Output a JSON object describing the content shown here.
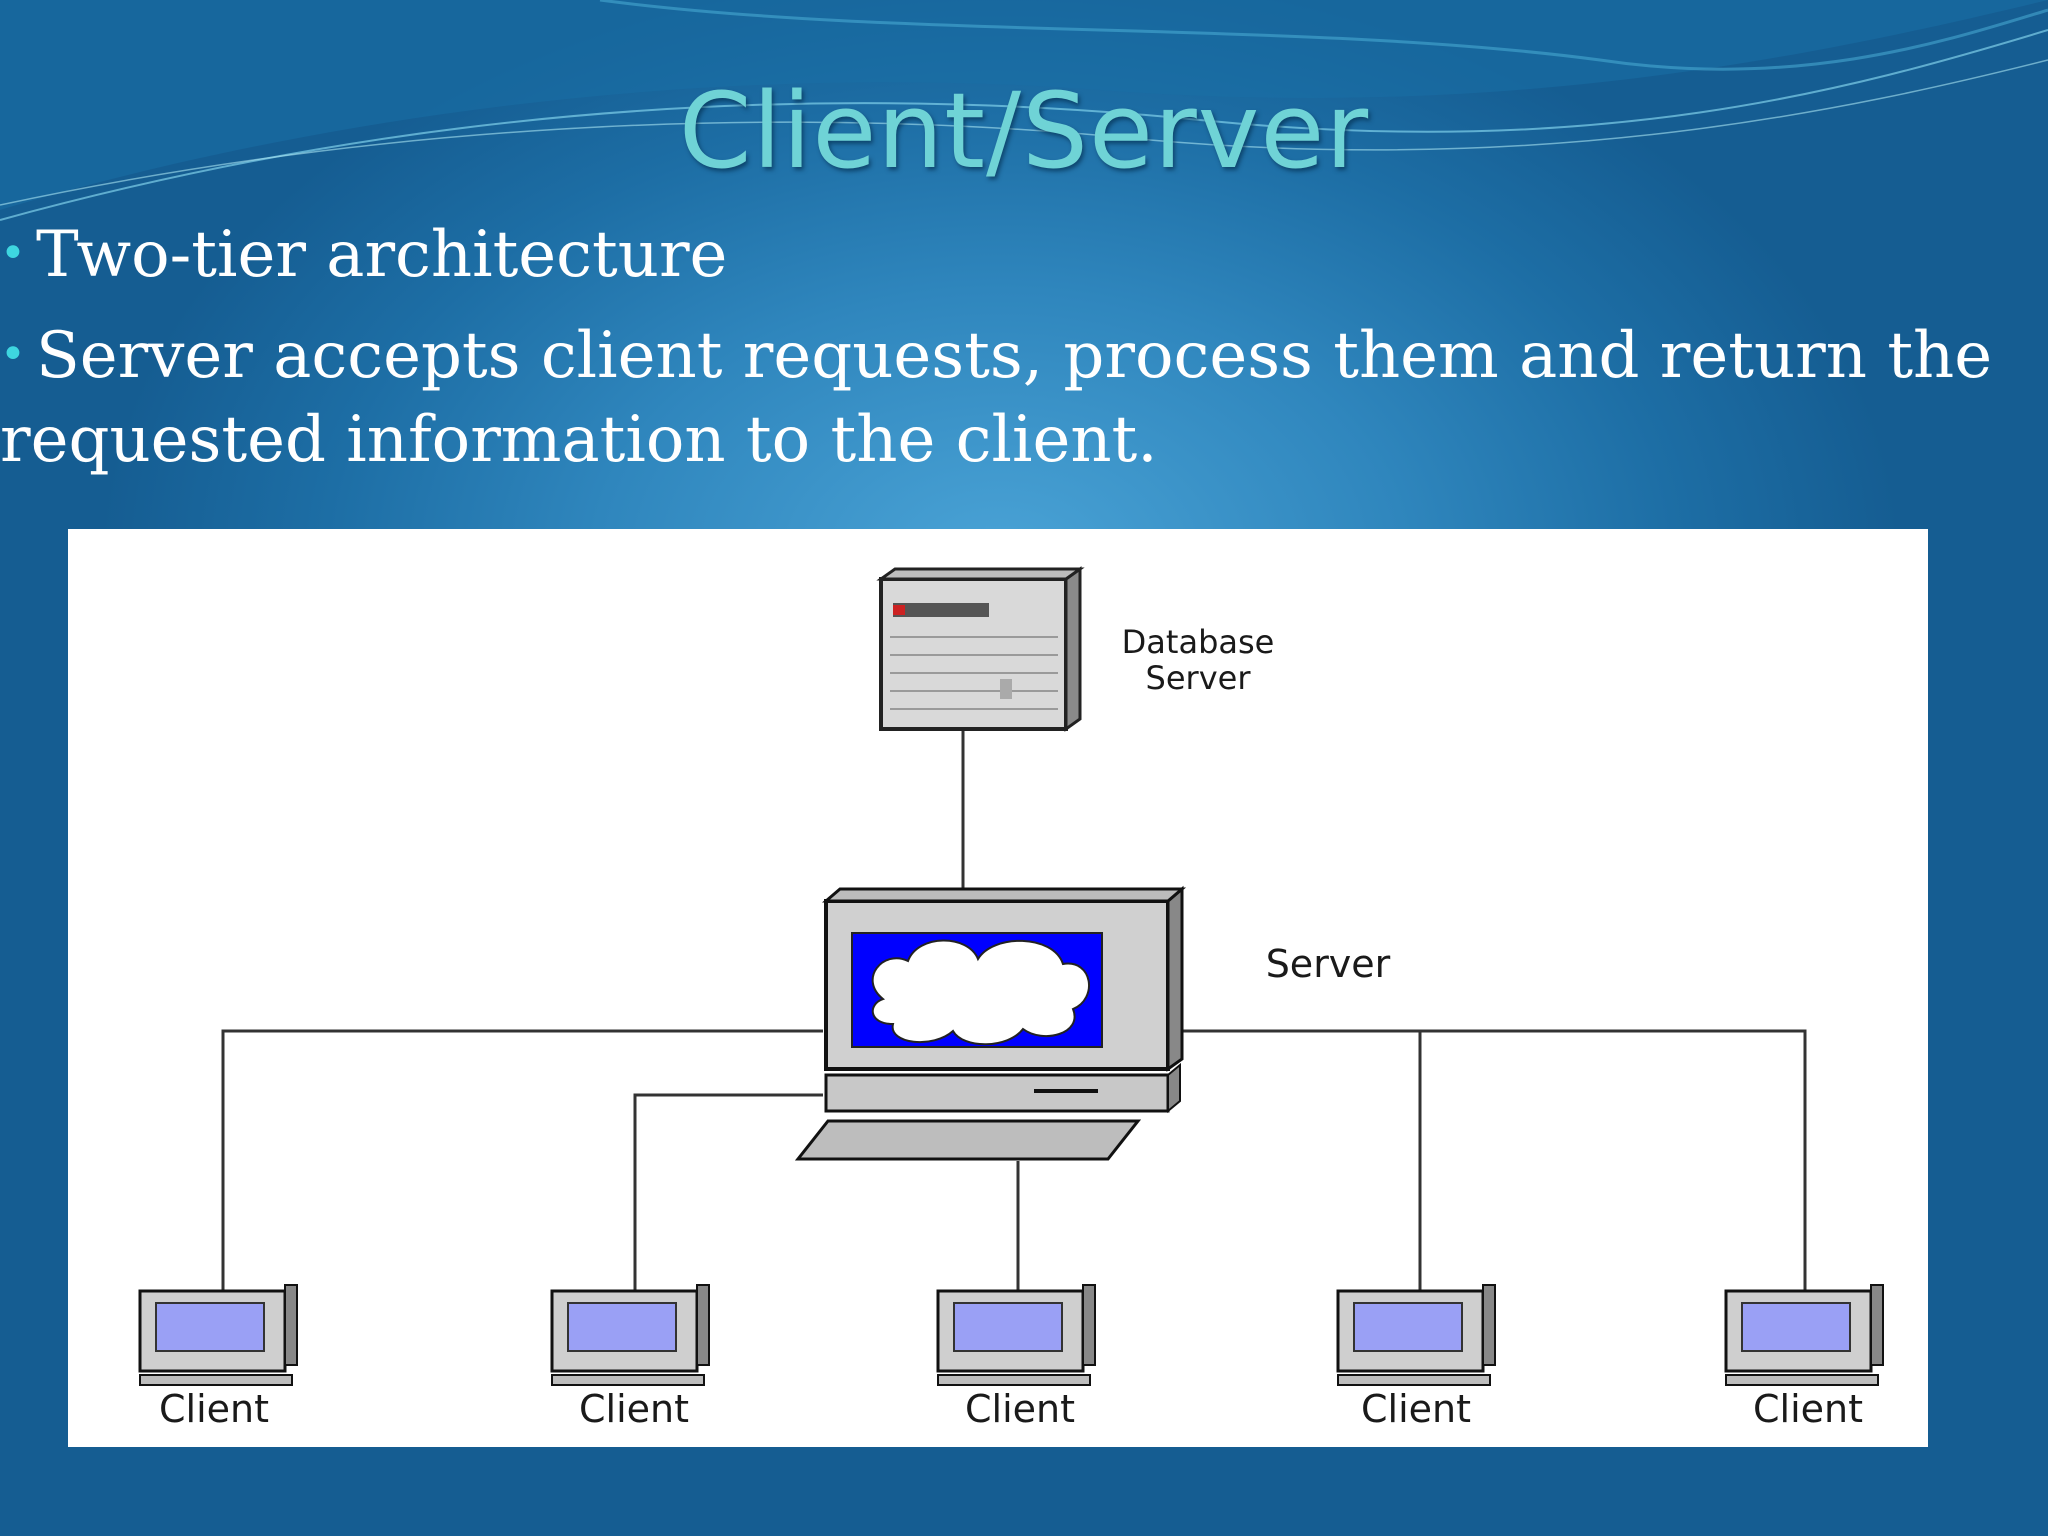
{
  "slide": {
    "title": "Client/Server",
    "bullets": [
      "Two-tier architecture",
      "Server accepts client requests, process them and return the requested information to the client."
    ]
  },
  "diagram": {
    "database_label": "Database Server",
    "server_label": "Server",
    "clients": [
      "Client",
      "Client",
      "Client",
      "Client",
      "Client"
    ]
  },
  "colors": {
    "title": "#6fd3d6",
    "bullet_marker": "#3ed6e0",
    "server_screen": "#0000ff",
    "client_screen": "#9aa0f5"
  }
}
